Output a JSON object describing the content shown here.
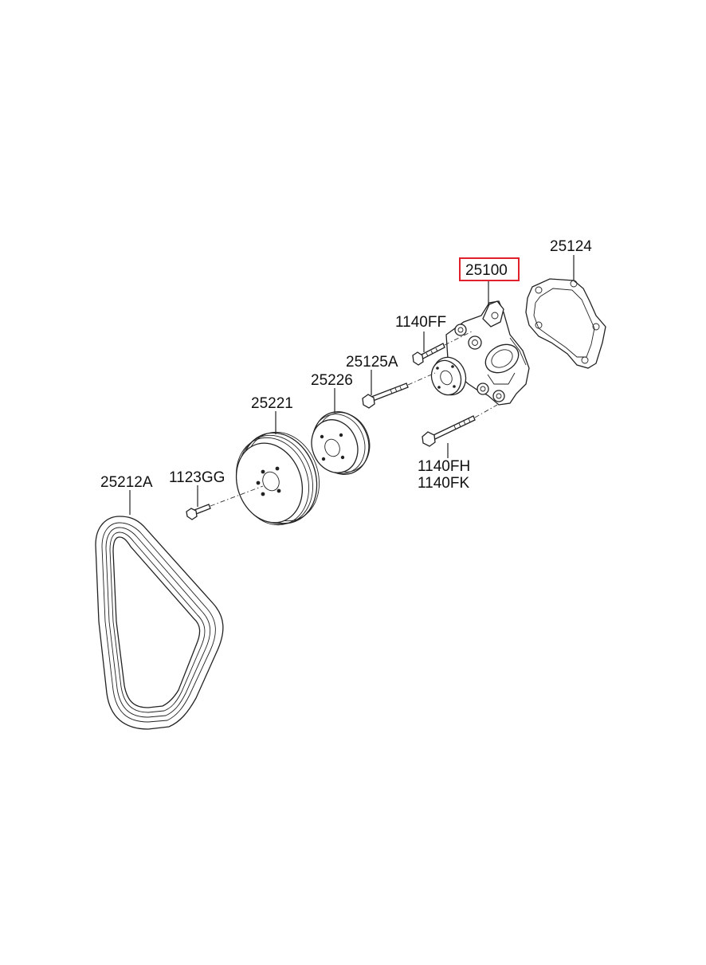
{
  "diagram": {
    "highlight_color": "#e0202a",
    "labels": {
      "water_pump": "25100",
      "gasket": "25124",
      "bolt_top": "1140FF",
      "bolt_mid": "25125A",
      "pulley_small": "25226",
      "pulley_large": "25221",
      "bolt_lower_a": "1140FH",
      "bolt_lower_b": "1140FK",
      "bolt_pulley": "1123GG",
      "belt": "25212A"
    }
  }
}
